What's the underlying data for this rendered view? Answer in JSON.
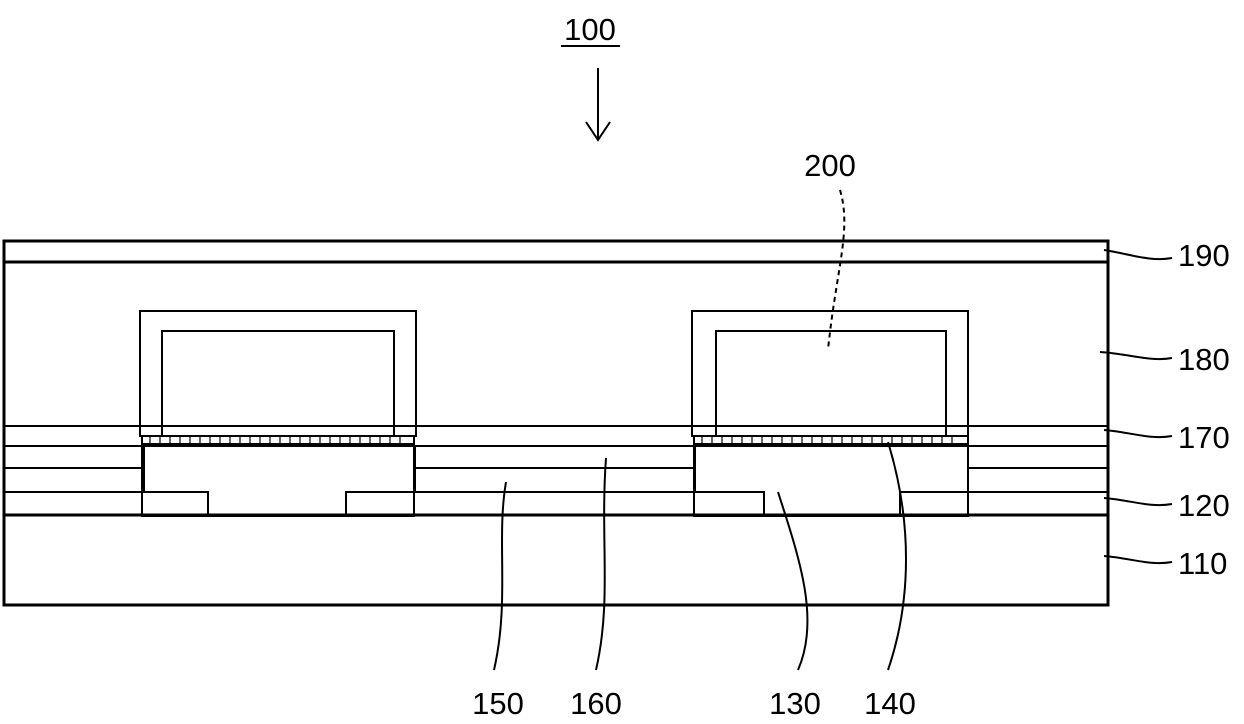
{
  "figure": {
    "main_label": "100",
    "labels": {
      "r190": "190",
      "r180": "180",
      "r170": "170",
      "r120": "120",
      "r110": "110",
      "r200": "200",
      "r150": "150",
      "r160": "160",
      "r130": "130",
      "r140": "140"
    }
  }
}
